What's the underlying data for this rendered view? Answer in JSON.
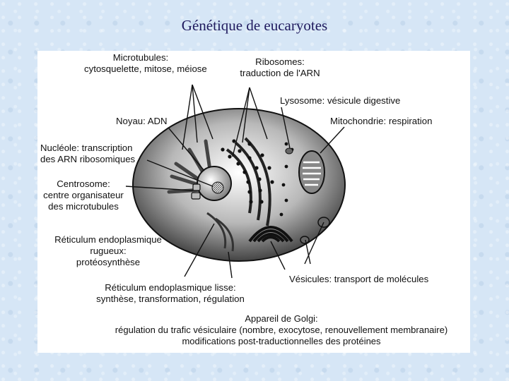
{
  "title": "Génétique de eucaryotes",
  "labels": {
    "microtubules": [
      "Microtubules:",
      "cytosquelette, mitose, méiose"
    ],
    "ribosomes": [
      "Ribosomes:",
      "traduction de l'ARN"
    ],
    "lysosome": "Lysosome: vésicule digestive",
    "noyau": "Noyau: ADN",
    "mitochondrie": "Mitochondrie: respiration",
    "nucleole": [
      "Nucléole: transcription",
      "des ARN ribosomiques"
    ],
    "centrosome": [
      "Centrosome:",
      "centre organisateur",
      "des microtubules"
    ],
    "rer": [
      "Réticulum endoplasmique",
      "rugueux:",
      "protéosynthèse"
    ],
    "vesicules": "Vésicules: transport de molécules",
    "rel": [
      "Réticulum endoplasmique lisse:",
      "synthèse, transformation, régulation"
    ],
    "golgi": [
      "Appareil de Golgi:",
      "régulation du trafic vésiculaire (nombre, exocytose, renouvellement membranaire)",
      "modifications post-traductionnelles des protéines"
    ]
  }
}
